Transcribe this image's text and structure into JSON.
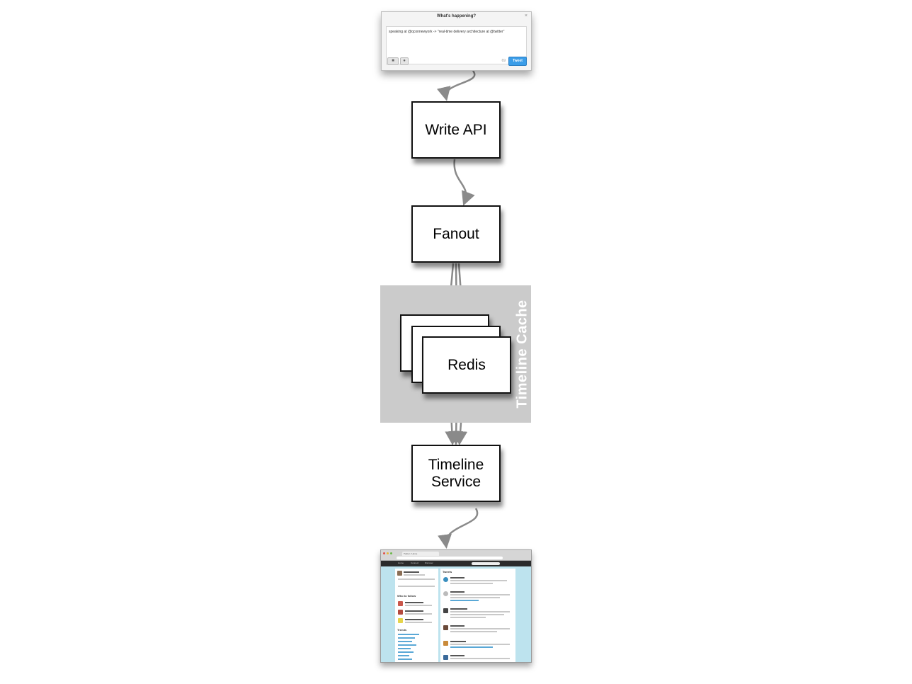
{
  "compose": {
    "title": "What's happening?",
    "close": "×",
    "text": "speaking at @qconnewyork -> \"real-time delivery architecture at @twitter\"",
    "camera_icon": "camera-icon",
    "location_icon": "location-pin-icon",
    "char_count": "69",
    "button_label": "Tweet"
  },
  "nodes": {
    "write_api": "Write API",
    "fanout": "Fanout",
    "redis": "Redis",
    "timeline_line1": "Timeline",
    "timeline_line2": "Service"
  },
  "cache_label": "Timeline Cache",
  "browser": {
    "tab": "Twitter / Home",
    "nav_home": "Home",
    "nav_connect": "Connect",
    "nav_discover": "Discover",
    "tweets_heading": "Tweets",
    "who_to_follow": "Who to follow",
    "trends": "Trends"
  },
  "colors": {
    "arrow": "#8a8a8a",
    "cache_bg": "#cbcbcb",
    "tweet_button": "#3b9de8"
  }
}
